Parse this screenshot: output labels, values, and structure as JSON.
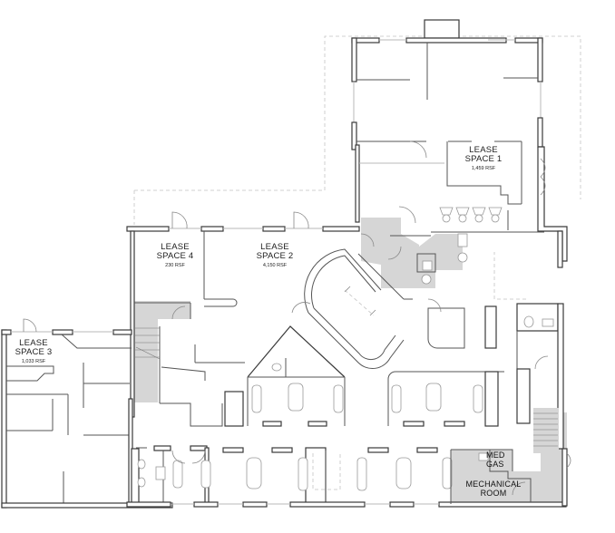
{
  "plan": {
    "background": "#ffffff",
    "wall_color": "#3a3a3a",
    "shade_color": "#d6d6d6",
    "spaces": [
      {
        "id": "lease-space-1",
        "name_line1": "LEASE",
        "name_line2": "SPACE 1",
        "area": "1,459 RSF"
      },
      {
        "id": "lease-space-2",
        "name_line1": "LEASE",
        "name_line2": "SPACE 2",
        "area": "4,150 RSF"
      },
      {
        "id": "lease-space-3",
        "name_line1": "LEASE",
        "name_line2": "SPACE 3",
        "area": "1,033 RSF"
      },
      {
        "id": "lease-space-4",
        "name_line1": "LEASE",
        "name_line2": "SPACE 4",
        "area": "230 RSF"
      }
    ],
    "rooms": [
      {
        "id": "med-gas",
        "line1": "MED",
        "line2": "GAS"
      },
      {
        "id": "mechanical-room",
        "line1": "MECHANICAL",
        "line2": "ROOM"
      }
    ]
  }
}
